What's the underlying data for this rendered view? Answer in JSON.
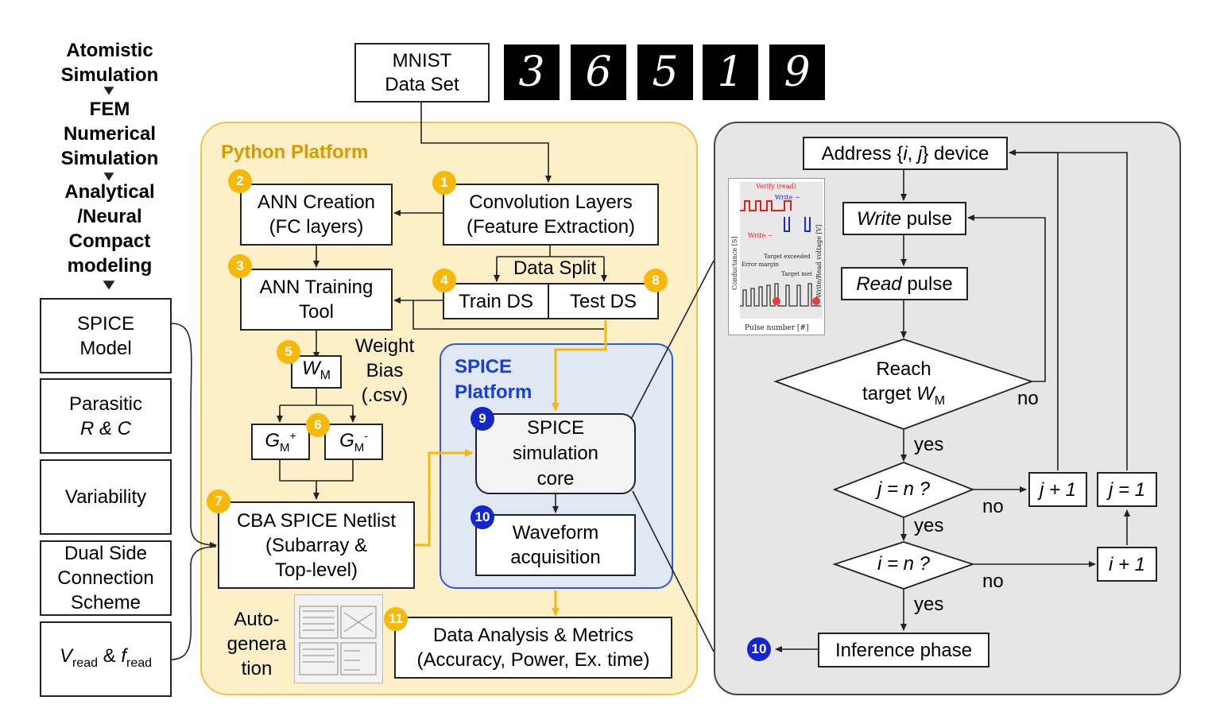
{
  "left_flow": {
    "steps": [
      "Atomistic",
      "Simulation",
      "FEM",
      "Numerical",
      "Simulation",
      "Analytical",
      "/Neural",
      "Compact",
      "modeling"
    ]
  },
  "inputs": {
    "spice_model": [
      "SPICE",
      "Model"
    ],
    "parasitic": [
      "Parasitic",
      "R & C"
    ],
    "variability": "Variability",
    "dual_side": [
      "Dual Side",
      "Connection",
      "Scheme"
    ],
    "vread": "V",
    "vread_sub": "read",
    "amp": " & ",
    "fread": "f",
    "fread_sub": "read"
  },
  "mnist": {
    "label": [
      "MNIST",
      "Data Set"
    ],
    "digits": [
      "3",
      "6",
      "5",
      "1",
      "9"
    ]
  },
  "python": {
    "title": "Python Platform",
    "conv": [
      "Convolution Layers",
      "(Feature Extraction)"
    ],
    "ann": [
      "ANN Creation",
      "(FC layers)"
    ],
    "training": [
      "ANN Training",
      "Tool"
    ],
    "split": "Data Split",
    "train_ds": "Train DS",
    "test_ds": "Test DS",
    "weight": [
      "Weight",
      "Bias",
      "(.csv)"
    ],
    "wm": "W",
    "wm_sub": "M",
    "gm_plus": "G",
    "gm_plus_sub": "M",
    "gm_plus_sup": "+",
    "gm_minus": "G",
    "gm_minus_sub": "M",
    "gm_minus_sup": "-",
    "netlist": [
      "CBA SPICE Netlist",
      "(Subarray &",
      "Top-level)"
    ],
    "autogen": [
      "Auto-",
      "genera",
      "tion"
    ],
    "analysis": [
      "Data Analysis & Metrics",
      "(Accuracy, Power, Ex. time)"
    ]
  },
  "spice": {
    "title": [
      "SPICE",
      "Platform"
    ],
    "core": [
      "SPICE",
      "simulation",
      "core"
    ],
    "waveform": [
      "Waveform",
      "acquisition"
    ]
  },
  "badges": {
    "b1": "1",
    "b2": "2",
    "b3": "3",
    "b4": "4",
    "b5": "5",
    "b6": "6",
    "b7": "7",
    "b8": "8",
    "b9": "9",
    "b10": "10",
    "b11": "11",
    "b10b": "10"
  },
  "right": {
    "address_pre": "Address {",
    "address_i": "i",
    "address_comma": ", ",
    "address_j": "j",
    "address_post": "} device",
    "write_it": "Write",
    "write_rest": " pulse",
    "read_it": "Read",
    "read_rest": " pulse",
    "reach": "Reach",
    "target": "target ",
    "target_w": "W",
    "target_sub": "M",
    "no1": "no",
    "yes1": "yes",
    "jn": "j = n ?",
    "no2": "no",
    "j_plus": "j + 1",
    "j_one": "j = 1",
    "yes2": "yes",
    "in": "i = n ?",
    "no3": "no",
    "i_plus": "i + 1",
    "yes3": "yes",
    "inference": "Inference phase"
  },
  "inset": {
    "verify": "Verify (read)",
    "write1": "Write −",
    "write2": "Write −",
    "target_exceeded": "Target exceeded",
    "error_margin": "Error margin",
    "target_met": "Target met",
    "yaxis": "Conductance [S]",
    "y2axis": "Write/Read voltage [V]",
    "xaxis": "Pulse number [#]"
  },
  "colors": {
    "python_bg": "#fdf0c8",
    "python_border": "#f3c24a",
    "python_title": "#d99a00",
    "spice_bg": "#dfe8f3",
    "spice_border": "#2d58d6",
    "spice_title": "#1a3fd0",
    "right_bg": "#e6e6e6",
    "arrow_orange": "#f5b90c"
  }
}
